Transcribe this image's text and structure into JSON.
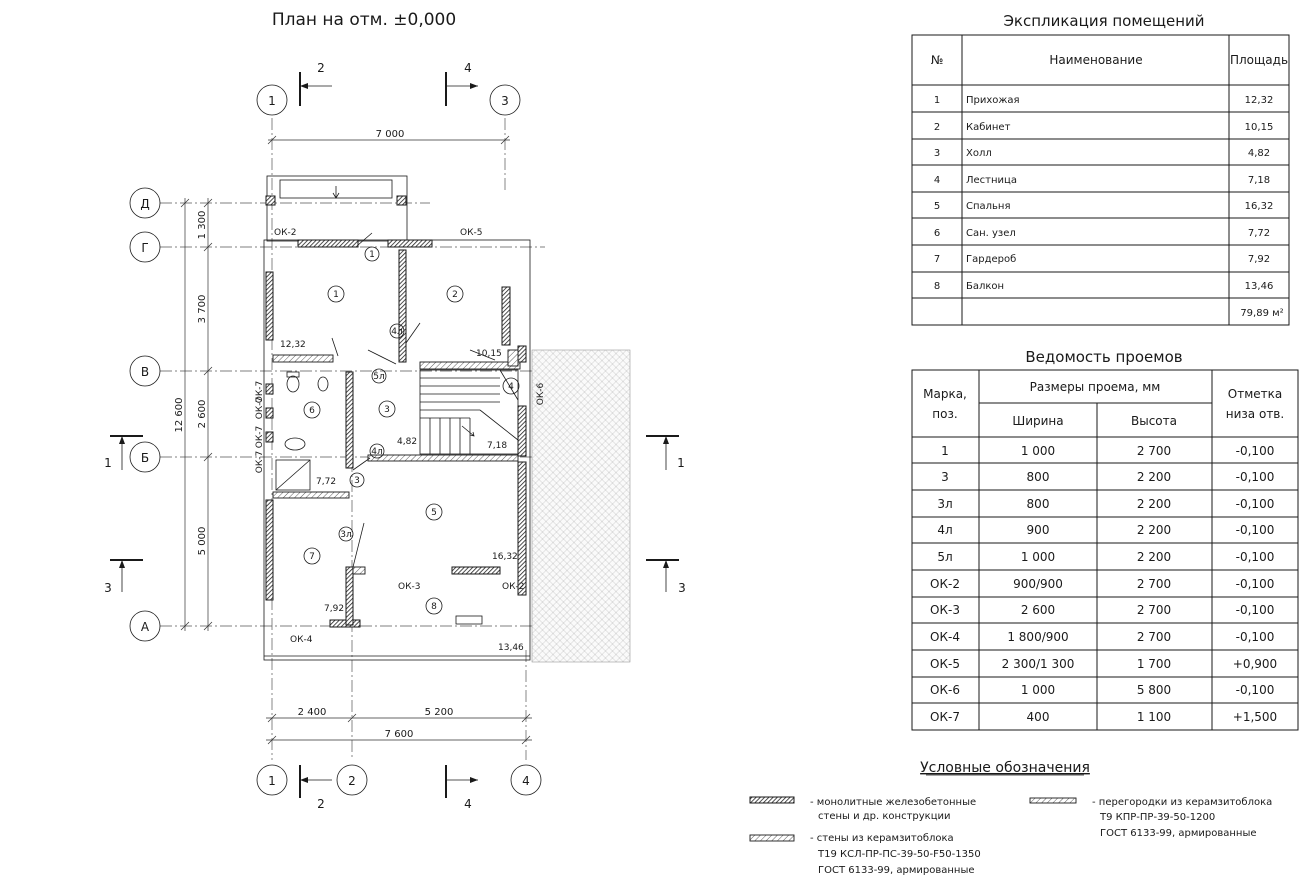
{
  "plan": {
    "title": "План на отм. ±0,000",
    "axes_top": [
      "1",
      "3"
    ],
    "axes_bottom": [
      "1",
      "2",
      "4"
    ],
    "axes_left": [
      "Д",
      "Г",
      "В",
      "Б",
      "А"
    ],
    "section_marks": {
      "top_left": "2",
      "top_right": "4",
      "bottom_left": "2",
      "bottom_right": "4",
      "left_1": "1",
      "right_1": "1",
      "left_3": "3",
      "right_3": "3"
    },
    "dims": {
      "top": "7 000",
      "bottom_a": "2 400",
      "bottom_b": "5 200",
      "bottom_total": "7 600",
      "left_total": "12 600",
      "left_1": "1 300",
      "left_2": "3 700",
      "left_3": "2 600",
      "left_4": "5 000"
    },
    "rooms": [
      {
        "num": "1",
        "area": "12,32"
      },
      {
        "num": "2",
        "area": "10,15"
      },
      {
        "num": "3",
        "area": "4,82"
      },
      {
        "num": "4",
        "area": "7,18"
      },
      {
        "num": "5",
        "area": "16,32"
      },
      {
        "num": "6",
        "area": "7,72"
      },
      {
        "num": "7",
        "area": "7,92"
      },
      {
        "num": "8",
        "area": "13,46"
      }
    ],
    "door_marks": [
      "1",
      "4л",
      "5л",
      "4л",
      "3",
      "3л"
    ],
    "opening_labels": [
      "ОК-2",
      "ОК-5",
      "ОК-7",
      "ОК-7",
      "ОК-7",
      "ОК-7",
      "ОК-6",
      "ОК-3",
      "ОК-2",
      "ОК-4"
    ]
  },
  "explication": {
    "title": "Экспликация помещений",
    "headers": [
      "№",
      "Наименование",
      "Площадь"
    ],
    "rows": [
      [
        "1",
        "Прихожая",
        "12,32"
      ],
      [
        "2",
        "Кабинет",
        "10,15"
      ],
      [
        "3",
        "Холл",
        "4,82"
      ],
      [
        "4",
        "Лестница",
        "7,18"
      ],
      [
        "5",
        "Спальня",
        "16,32"
      ],
      [
        "6",
        "Сан. узел",
        "7,72"
      ],
      [
        "7",
        "Гардероб",
        "7,92"
      ],
      [
        "8",
        "Балкон",
        "13,46"
      ]
    ],
    "total": "79,89 м²"
  },
  "openings": {
    "title": "Ведомость проемов",
    "h_mark": [
      "Марка,",
      "поз."
    ],
    "h_sizes": "Размеры проема, мм",
    "h_width": "Ширина",
    "h_height": "Высота",
    "h_level": [
      "Отметка",
      "низа отв."
    ],
    "rows": [
      [
        "1",
        "1 000",
        "2 700",
        "-0,100"
      ],
      [
        "3",
        "800",
        "2 200",
        "-0,100"
      ],
      [
        "3л",
        "800",
        "2 200",
        "-0,100"
      ],
      [
        "4л",
        "900",
        "2 200",
        "-0,100"
      ],
      [
        "5л",
        "1 000",
        "2 200",
        "-0,100"
      ],
      [
        "ОК-2",
        "900/900",
        "2 700",
        "-0,100"
      ],
      [
        "ОК-3",
        "2 600",
        "2 700",
        "-0,100"
      ],
      [
        "ОК-4",
        "1 800/900",
        "2 700",
        "-0,100"
      ],
      [
        "ОК-5",
        "2 300/1 300",
        "1 700",
        "+0,900"
      ],
      [
        "ОК-6",
        "1 000",
        "5 800",
        "-0,100"
      ],
      [
        "ОК-7",
        "400",
        "1 100",
        "+1,500"
      ]
    ]
  },
  "legend": {
    "title": "Условные обозначения",
    "item1": [
      "- монолитные железобетонные",
      "стены и др. конструкции"
    ],
    "item2": [
      "- стены из керамзитоблока",
      "Т19 КСЛ-ПР-ПС-39-50-F50-1350",
      "ГОСТ 6133-99, армированные"
    ],
    "item3": [
      "- перегородки из керамзитоблока",
      "Т9 КПР-ПР-39-50-1200",
      "ГОСТ 6133-99, армированные"
    ]
  }
}
